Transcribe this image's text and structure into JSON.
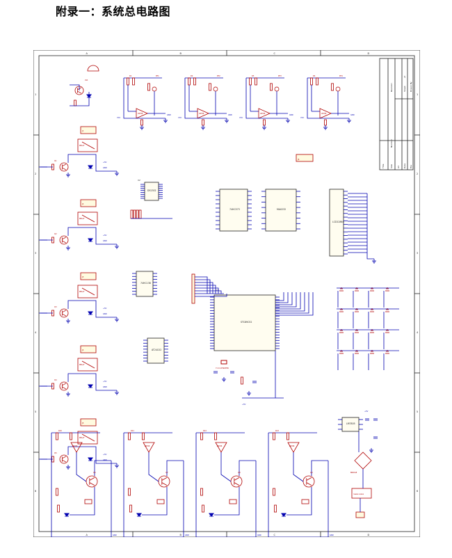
{
  "page": {
    "title": "附录一：系统总电路图"
  },
  "frame": {
    "column_markers": [
      "A",
      "B",
      "C",
      "D"
    ],
    "row_markers": [
      "1",
      "2",
      "3",
      "4",
      "5",
      "6"
    ]
  },
  "title_block": {
    "title_label": "Title",
    "size_label": "Size",
    "size_value": "A3",
    "date_label": "Date",
    "file_label": "File",
    "number_label": "Number",
    "revision_label": "Revision",
    "sheet_label": "Sheet",
    "of_label": "of",
    "drawn_by_label": "Drawn By"
  },
  "components": {
    "mcu": "STC89C52",
    "lcd": "LCD12864",
    "rtc": "DS1302",
    "serial": "MAX232",
    "sensor_amp": "LM358",
    "relay": "RELAY",
    "transformer": "TRANSFORMER",
    "regulator": "LM7805",
    "bridge": "BRIDGE"
  },
  "nets": {
    "vcc": "VCC",
    "gnd": "GND",
    "plus5v": "+5V"
  },
  "colors": {
    "wire": "#0000b0",
    "part": "#b00000",
    "frame": "#202020"
  }
}
